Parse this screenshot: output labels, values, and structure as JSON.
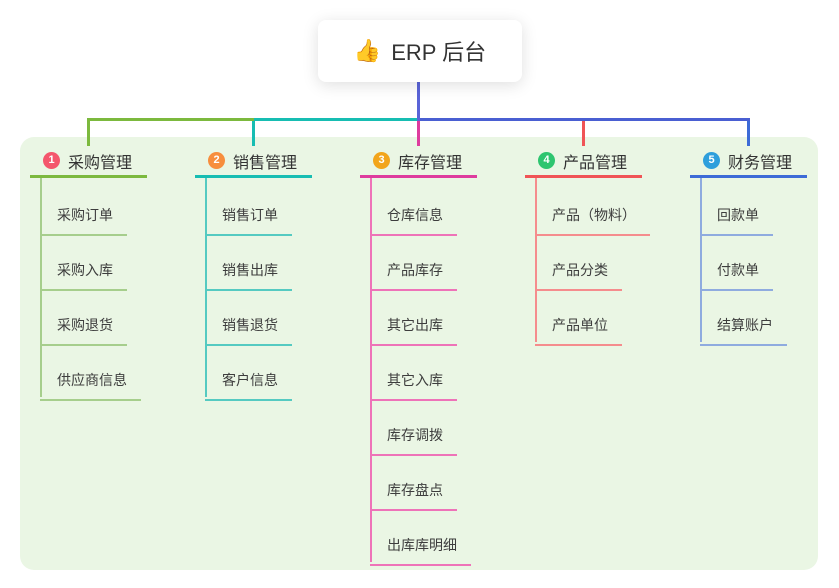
{
  "root": {
    "icon": "👍",
    "title": "ERP 后台"
  },
  "colors": {
    "canvas_bg": "#ffffff",
    "panel_bg": "#EAF6E4",
    "root_line": "#5A64D8",
    "trunk_segments": [
      "#7CB93E",
      "#17BDB2",
      "#4A5FD2"
    ],
    "root_text": "#333333",
    "child_text": "#3D3D3D"
  },
  "branches": [
    {
      "number": "1",
      "title": "采购管理",
      "badge_color": "#F4566C",
      "line_color": "#7CB93E",
      "child_line_color": "#A6CE8C",
      "children": [
        "采购订单",
        "采购入库",
        "采购退货",
        "供应商信息"
      ]
    },
    {
      "number": "2",
      "title": "销售管理",
      "badge_color": "#F78E3D",
      "line_color": "#17BDB2",
      "child_line_color": "#55CAC1",
      "children": [
        "销售订单",
        "销售出库",
        "销售退货",
        "客户信息"
      ]
    },
    {
      "number": "3",
      "title": "库存管理",
      "badge_color": "#F2A51B",
      "line_color": "#DE3C9E",
      "child_line_color": "#EE73B8",
      "children": [
        "仓库信息",
        "产品库存",
        "其它出库",
        "其它入库",
        "库存调拨",
        "库存盘点",
        "出库库明细"
      ]
    },
    {
      "number": "4",
      "title": "产品管理",
      "badge_color": "#2EC56F",
      "line_color": "#F05456",
      "child_line_color": "#F58C8D",
      "children": [
        "产品（物料）",
        "产品分类",
        "产品单位"
      ]
    },
    {
      "number": "5",
      "title": "财务管理",
      "badge_color": "#2E9FDC",
      "line_color": "#3D6BD7",
      "child_line_color": "#8FABDF",
      "children": [
        "回款单",
        "付款单",
        "结算账户"
      ]
    }
  ]
}
